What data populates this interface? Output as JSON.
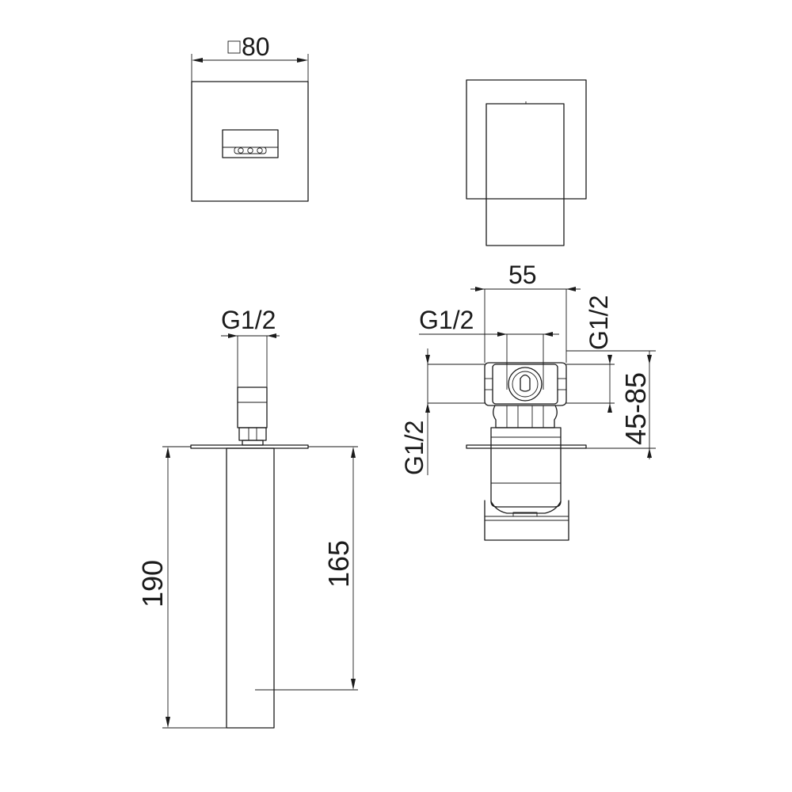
{
  "dimensions": {
    "square_size": "80",
    "square_symbol": "square",
    "inlet_top_left": "G1/2",
    "total_height": "190",
    "spout_height": "165",
    "valve_width": "55",
    "valve_inner_thread": "G1/2",
    "valve_side_thread_right": "G1/2",
    "valve_side_thread_left": "G1/2",
    "wall_depth_range": "45-85"
  }
}
